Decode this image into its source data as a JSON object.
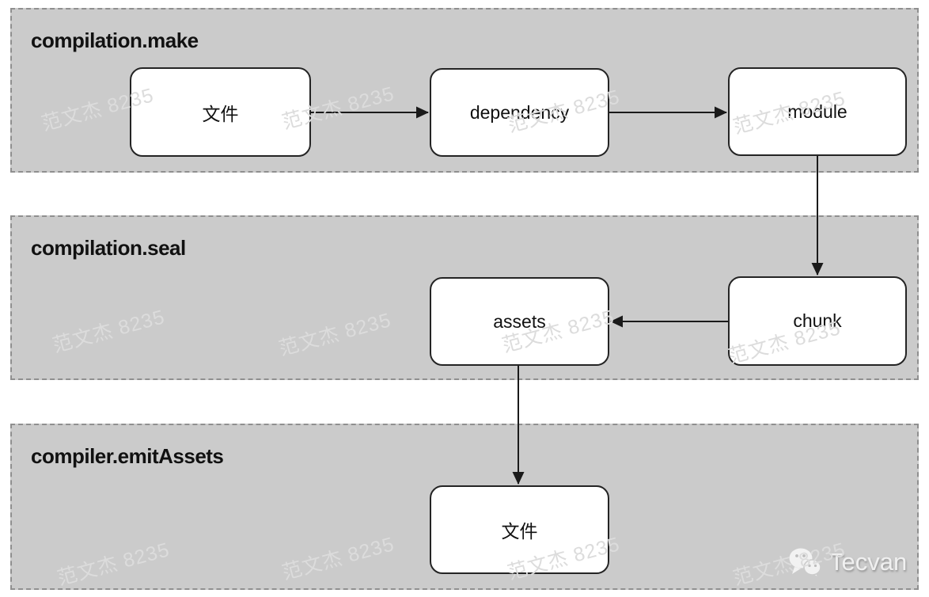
{
  "diagram": {
    "bands": [
      {
        "label": "compilation.make"
      },
      {
        "label": "compilation.seal"
      },
      {
        "label": "compiler.emitAssets"
      }
    ],
    "nodes": [
      {
        "id": "file-input",
        "label": "文件",
        "band": "compilation.make"
      },
      {
        "id": "dependency",
        "label": "dependency",
        "band": "compilation.make"
      },
      {
        "id": "module",
        "label": "module",
        "band": "compilation.make"
      },
      {
        "id": "assets",
        "label": "assets",
        "band": "compilation.seal"
      },
      {
        "id": "chunk",
        "label": "chunk",
        "band": "compilation.seal"
      },
      {
        "id": "file-output",
        "label": "文件",
        "band": "compiler.emitAssets"
      }
    ],
    "edges": [
      {
        "from": "file-input",
        "to": "dependency"
      },
      {
        "from": "dependency",
        "to": "module"
      },
      {
        "from": "module",
        "to": "chunk"
      },
      {
        "from": "chunk",
        "to": "assets"
      },
      {
        "from": "assets",
        "to": "file-output"
      }
    ]
  },
  "watermark": {
    "text": "范文杰 8235"
  },
  "branding": {
    "label": "Tecvan",
    "icon": "wechat-icon"
  },
  "colors": {
    "band_fill": "#cbcbcb",
    "band_border": "#8f8f8f",
    "node_fill": "#ffffff",
    "node_border": "#242424",
    "arrow": "#1a1a1a",
    "watermark": "#dcdcdc",
    "branding_text": "#f0f0f0"
  }
}
